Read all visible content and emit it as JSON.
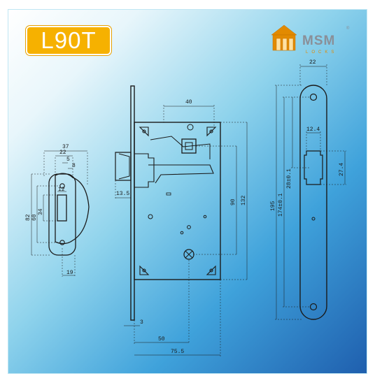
{
  "model": "L90T",
  "brand": {
    "name": "MSM",
    "tag": "LOCKS"
  },
  "colors": {
    "badge": "#f6b100",
    "brand_orange": "#e28a00",
    "brand_gray": "#8a8f98",
    "line": "#1a1a1a"
  },
  "strike_plate": {
    "width_total": "37",
    "inner_width": "22",
    "d5": "5",
    "d8": "8",
    "slot_width": "12",
    "height_82": "82",
    "height_60": "60",
    "height_34": "34",
    "bottom_offset": "19"
  },
  "lock_body": {
    "top_width": "40",
    "latch_projection": "13.5",
    "hole_spacing": "90",
    "body_height": "132",
    "faceplate_thickness": "3",
    "backset": "50",
    "body_depth": "75.5"
  },
  "faceplate": {
    "width": "22",
    "slot_width": "12.4",
    "slot_height": "27.4",
    "length": "195",
    "hole_spacing": "174±0.1",
    "slot_offset": "28±0.1"
  }
}
